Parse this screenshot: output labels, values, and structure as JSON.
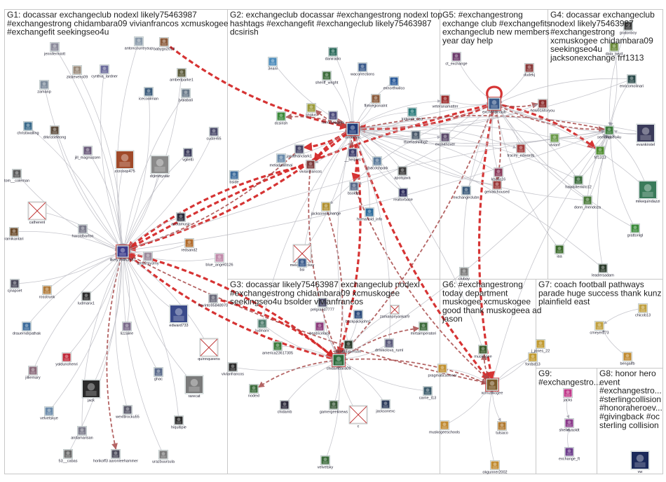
{
  "groups": [
    {
      "id": "G1",
      "lines": [
        "G1: docassar exchangeclub nodexl likely75463987",
        "#exchangestrong chidambara09 vivianfrancos xcmuskogee",
        "#exchangefit seekingseo4u"
      ]
    },
    {
      "id": "G2",
      "lines": [
        "G2: exchangeclub docassar #exchangestrong nodexl top",
        "hashtags #exchangefit #exchangeclub likely75463987",
        "dcsirish"
      ]
    },
    {
      "id": "G5",
      "lines": [
        "G5: #exchangestrong",
        "exchange club #exchangefits",
        "exchangeclub new members",
        "year day help"
      ]
    },
    {
      "id": "G4",
      "lines": [
        "G4: docassar exchangeclub",
        "nodexl likely75463987",
        "#exchangestrong",
        "xcmuskogee chidambara09",
        "seekingseo4u",
        "jacksonexchange frf1313"
      ]
    },
    {
      "id": "G3",
      "lines": [
        "G3: docassar likely75463987 exchangeclub nodexl",
        "#exchangestrong chidambara09 xcmuskogee",
        "seekingseo4u bsolder vivianfrancos"
      ]
    },
    {
      "id": "G6",
      "lines": [
        "G6: #exchangestrong",
        "today department",
        "muskogee xcmuskogee",
        "good thank muskogeea ad",
        "jason"
      ]
    },
    {
      "id": "G7",
      "lines": [
        "G7: coach football pathways",
        "parade huge success thank kunz",
        "plainfield east"
      ]
    },
    {
      "id": "G9",
      "lines": [
        "G9:",
        "#exchangestro..."
      ]
    },
    {
      "id": "G8",
      "lines": [
        "G8: honor hero",
        "event",
        "#exchangestro...",
        "#sterlingcollision",
        "#honoraheroev...",
        "#givingback #oc",
        "sterling collision"
      ]
    }
  ],
  "nodes": [
    {
      "id": "likely75463987",
      "label": "likely75463987",
      "kind": "hub",
      "color": "#3a3a8a"
    },
    {
      "id": "docassar",
      "label": "docassar",
      "kind": "hub",
      "color": "#203a78"
    },
    {
      "id": "exchangeclub",
      "label": "exchangeclub",
      "kind": "hub",
      "color": "#3a5a8a"
    },
    {
      "id": "chidambara09",
      "label": "chidambara09",
      "kind": "hub",
      "color": "#2a6a3a"
    },
    {
      "id": "xcmuskogee",
      "label": "xcmuskogee",
      "kind": "hub",
      "color": "#7a5a2a"
    },
    {
      "id": "seekingseo4u",
      "label": "seekingseo4u",
      "kind": "user",
      "color": "#3a7a3a"
    },
    {
      "id": "vivianfrancos",
      "label": "vivianfrancos",
      "kind": "user",
      "color": "#7a3a3a"
    },
    {
      "id": "jonathanclark",
      "label": "jonathanclark1",
      "kind": "user",
      "color": "#444466"
    },
    {
      "id": "bsolder",
      "label": "bsolder",
      "kind": "user",
      "color": "#5a6a8a"
    },
    {
      "id": "jacksonexchange",
      "label": "jacksonexchange",
      "kind": "user",
      "color": "#b09030"
    },
    {
      "id": "jennifermiott",
      "label": "jennifermiott",
      "kind": "user",
      "color": "#8a8a9a"
    },
    {
      "id": "antoncountry",
      "label": "antoncountrysup",
      "kind": "user",
      "color": "#8a9aaa"
    },
    {
      "id": "babygo2014",
      "label": "babygo2014",
      "kind": "user",
      "color": "#8a5a3a"
    },
    {
      "id": "zkstevens09",
      "label": "zkstevens09",
      "kind": "user",
      "color": "#9a8a7a"
    },
    {
      "id": "cynthia",
      "label": "cynthia_lardner",
      "kind": "user",
      "color": "#6a6a9a"
    },
    {
      "id": "amberlparke",
      "label": "amberlparke1",
      "kind": "user",
      "color": "#5a5a3a"
    },
    {
      "id": "zamanp",
      "label": "zamanp",
      "kind": "user",
      "color": "#7a8a9a"
    },
    {
      "id": "icecoolman",
      "label": "icecoolman",
      "kind": "user",
      "color": "#3a5a7a"
    },
    {
      "id": "jvalabali",
      "label": "jvalabali",
      "kind": "user",
      "color": "#6a7a8a"
    },
    {
      "id": "christiwalling",
      "label": "christiwalling",
      "kind": "user",
      "color": "#3a6a8a"
    },
    {
      "id": "drkristieleong",
      "label": "drkristieleong",
      "kind": "user",
      "color": "#5a4a3a"
    },
    {
      "id": "jill_magnussen",
      "label": "jill_magnussen",
      "kind": "user",
      "color": "#6a5a7a"
    },
    {
      "id": "zzzcoop475",
      "label": "zzzcoop475",
      "kind": "user",
      "color": "#a04a2a"
    },
    {
      "id": "drjimmystar",
      "label": "drjimmystar",
      "kind": "user",
      "color": "#8a8a8a"
    },
    {
      "id": "vgiletti",
      "label": "vgiletti",
      "kind": "user",
      "color": "#3a3a5a"
    },
    {
      "id": "custer65",
      "label": "custer65",
      "kind": "user",
      "color": "#4a4a6a"
    },
    {
      "id": "tom_coleman",
      "label": "tom__coleman",
      "kind": "user",
      "color": "#5a5a5a"
    },
    {
      "id": "catherenl",
      "label": "catherenl",
      "kind": "broken",
      "color": "#c03030"
    },
    {
      "id": "haroldbarton",
      "label": "haroldbarton",
      "kind": "user",
      "color": "#7a7a8a"
    },
    {
      "id": "ramikantari",
      "label": "ramikantari",
      "kind": "user",
      "color": "#6a4a2a"
    },
    {
      "id": "azotamusic",
      "label": "azotamusic",
      "kind": "user",
      "color": "#2a2a3a"
    },
    {
      "id": "redsand2",
      "label": "redsand2",
      "kind": "user",
      "color": "#b06a2a"
    },
    {
      "id": "1my2my3my",
      "label": "1my2my3my",
      "kind": "user",
      "color": "#9a8a9a"
    },
    {
      "id": "blue_angel0126",
      "label": "blue_angel0126",
      "kind": "user",
      "color": "#c08aaa"
    },
    {
      "id": "cjnapoet",
      "label": "cjnapoet",
      "kind": "user",
      "color": "#4a4a5a"
    },
    {
      "id": "rosstrunk",
      "label": "rosstrunk",
      "kind": "user",
      "color": "#b07a3a"
    },
    {
      "id": "ludmanx1",
      "label": "ludmanx1",
      "kind": "user",
      "color": "#2a2a2a"
    },
    {
      "id": "kevinto",
      "label": "kevinto95848970",
      "kind": "user",
      "color": "#6a6a7a"
    },
    {
      "id": "edward733",
      "label": "edward733",
      "kind": "user",
      "color": "#3a4a8a"
    },
    {
      "id": "lizzalee",
      "label": "lizzalee",
      "kind": "user",
      "color": "#7a6a8a"
    },
    {
      "id": "drauerndrpathak",
      "label": "drauerndrpathak",
      "kind": "user",
      "color": "#3a6a9a"
    },
    {
      "id": "yaldunohenri",
      "label": "yaldunohenri",
      "kind": "user",
      "color": "#c02a3a"
    },
    {
      "id": "jillmary",
      "label": "jilliemary",
      "kind": "user",
      "color": "#8a6a7a"
    },
    {
      "id": "jack",
      "label": "jack",
      "kind": "user",
      "color": "#2a2a2a"
    },
    {
      "id": "ghac",
      "label": "ghac",
      "kind": "user",
      "color": "#5a6a8a"
    },
    {
      "id": "quinnqueens",
      "label": "quinnqueens",
      "kind": "broken",
      "color": "#c03030"
    },
    {
      "id": "rarecat",
      "label": "rarecat",
      "kind": "user",
      "color": "#7a7a7a"
    },
    {
      "id": "velvetsky",
      "label": "velvetskye",
      "kind": "user",
      "color": "#6a8aaa"
    },
    {
      "id": "wexttlrocku55",
      "label": "wexttlrocku55",
      "kind": "user",
      "color": "#5a5a6a"
    },
    {
      "id": "hiquitipie",
      "label": "hiquitipie",
      "kind": "user",
      "color": "#2a2a2a"
    },
    {
      "id": "anitamarisan",
      "label": "anitamarisan",
      "kind": "user",
      "color": "#7a7a8a"
    },
    {
      "id": "53_cabas",
      "label": "53__cabas",
      "kind": "user",
      "color": "#6a6a6a"
    },
    {
      "id": "horikoff3",
      "label": "horikoff3 aaronleehammer",
      "kind": "user",
      "color": "#4a4a5a"
    },
    {
      "id": "urazbuursula",
      "label": "urazbuursula",
      "kind": "user",
      "color": "#7a7a7a"
    },
    {
      "id": "3eani",
      "label": "3eani",
      "kind": "user",
      "color": "#4a8aba"
    },
    {
      "id": "daniradio",
      "label": "daniradio",
      "kind": "user",
      "color": "#2a6a5a"
    },
    {
      "id": "wacorrections",
      "label": "wacorrections",
      "kind": "user",
      "color": "#3a5a8a"
    },
    {
      "id": "sheriff_wright",
      "label": "sheriff_wright",
      "kind": "user",
      "color": "#3a6a3a"
    },
    {
      "id": "exnorthwilco",
      "label": "exnorthwilco",
      "kind": "user",
      "color": "#2a5a9a"
    },
    {
      "id": "flimregionalnt",
      "label": "flimregionalnt",
      "kind": "user",
      "color": "#8a5a3a"
    },
    {
      "id": "dcsirish",
      "label": "dcsirish",
      "kind": "user",
      "color": "#3a8a3a"
    },
    {
      "id": "jingius",
      "label": "jingius",
      "kind": "user",
      "color": "#9a9a3a"
    },
    {
      "id": "firemanageni",
      "label": "firemanageni",
      "kind": "user",
      "color": "#4a4a7a"
    },
    {
      "id": "kidstalk_ceo",
      "label": "kidstalk_ceo",
      "kind": "user",
      "color": "#2a7a7a"
    },
    {
      "id": "thomashillbg2",
      "label": "thomashillbg2",
      "kind": "user",
      "color": "#4a5a6a"
    },
    {
      "id": "melaniemartin",
      "label": "meladallillmai",
      "kind": "user",
      "color": "#6a8aaa"
    },
    {
      "id": "heiples",
      "label": "__heiples",
      "kind": "user",
      "color": "#3a3a6a"
    },
    {
      "id": "chacochpark",
      "label": "chacochpark",
      "kind": "user",
      "color": "#5a7a9a"
    },
    {
      "id": "apolsjava",
      "label": "apolsjava",
      "kind": "user",
      "color": "#3a3a3a"
    },
    {
      "id": "realtorbase",
      "label": "realtorbase",
      "kind": "user",
      "color": "#2a2a5a"
    },
    {
      "id": "humanoid_info",
      "label": "humanoid_info",
      "kind": "user",
      "color": "#2a6a9a"
    },
    {
      "id": "bside",
      "label": "bside",
      "kind": "user",
      "color": "#3a6a9a"
    },
    {
      "id": "melanielackey",
      "label": "melanielackey",
      "kind": "broken",
      "color": "#c03030"
    },
    {
      "id": "bsi",
      "label": "bsi",
      "kind": "user",
      "color": "#3a5a8a"
    },
    {
      "id": "ct_exchange",
      "label": "ct_exchange",
      "kind": "user",
      "color": "#6a3a6a"
    },
    {
      "id": "dudekj",
      "label": "dudekj",
      "kind": "user",
      "color": "#8a3a3a"
    },
    {
      "id": "veteranmatter",
      "label": "veteranamatter",
      "kind": "user",
      "color": "#9a2a2a"
    },
    {
      "id": "exchanover",
      "label": "exchanover",
      "kind": "user",
      "color": "#5a4a6a"
    },
    {
      "id": "how916",
      "label": "how916foryou",
      "kind": "user",
      "color": "#8a2a2a"
    },
    {
      "id": "tracey_edwards",
      "label": "tracey_edwards",
      "kind": "user",
      "color": "#a03a3a"
    },
    {
      "id": "kbolia16",
      "label": "kbolia16",
      "kind": "user",
      "color": "#8a3a5a"
    },
    {
      "id": "gelvatchoused",
      "label": "gelvatchoused",
      "kind": "user",
      "color": "#9a3a3a"
    },
    {
      "id": "exchangeclubn",
      "label": "exchangeclubn",
      "kind": "user",
      "color": "#3a5a7a"
    },
    {
      "id": "clubay",
      "label": "clubay",
      "kind": "user",
      "color": "#7a7a7a"
    },
    {
      "id": "enricomolinari",
      "label": "enricomolinari",
      "kind": "user",
      "color": "#2a4a4a"
    },
    {
      "id": "evankirstel",
      "label": "evankirstel",
      "kind": "user",
      "color": "#3a3a5a"
    },
    {
      "id": "vivian_g",
      "label": "vivianf",
      "kind": "user",
      "color": "#6a9a4a"
    },
    {
      "id": "frf1313",
      "label": "frf1313",
      "kind": "user",
      "color": "#4a8a2a"
    },
    {
      "id": "hawaiitenkilo2",
      "label": "hawaiitenkilo12",
      "kind": "user",
      "color": "#3a6a3a"
    },
    {
      "id": "donn_mendoza",
      "label": "donn_mendoza",
      "kind": "user",
      "color": "#4a7a3a"
    },
    {
      "id": "mikequindazzi",
      "label": "mikequindazzi",
      "kind": "user",
      "color": "#3a7a5a"
    },
    {
      "id": "grattonlg",
      "label": "grattonlgl",
      "kind": "user",
      "color": "#3a8a3a"
    },
    {
      "id": "iaa",
      "label": "iaa",
      "kind": "user",
      "color": "#3a6a2a"
    },
    {
      "id": "leadersadam",
      "label": "leadersadam",
      "kind": "user",
      "color": "#2a3a2a"
    },
    {
      "id": "peterboy",
      "label": "gratonboy",
      "kind": "user",
      "color": "#3a3a3a"
    },
    {
      "id": "data_nerd",
      "label": "data_nerd",
      "kind": "user",
      "color": "#6a8a3a"
    },
    {
      "id": "pelgrand7777",
      "label": "pelgrand7777",
      "kind": "user",
      "color": "#4a4a6a"
    },
    {
      "id": "backpackjohn",
      "label": "backpackjohn1",
      "kind": "user",
      "color": "#2a4a7a"
    },
    {
      "id": "zamanpriyankar",
      "label": "zamanpriyankar9",
      "kind": "broken",
      "color": "#c03030"
    },
    {
      "id": "beatricelacy",
      "label": "beatricelacy",
      "kind": "user",
      "color": "#8a3a7a"
    },
    {
      "id": "mirtaimperatori",
      "label": "mirtaimperatori",
      "kind": "user",
      "color": "#3a6a3a"
    },
    {
      "id": "ludmarx",
      "label": "ludmarx",
      "kind": "user",
      "color": "#4a7a6a"
    },
    {
      "id": "america23617305",
      "label": "america23617305",
      "kind": "user",
      "color": "#3a7a3a"
    },
    {
      "id": "scotthumerson",
      "label": "scotthumerson",
      "kind": "user",
      "color": "#2a3a2a"
    },
    {
      "id": "drmikolova",
      "label": "drmikolova_ruml",
      "kind": "user",
      "color": "#5a5a7a"
    },
    {
      "id": "vivianfrancos2",
      "label": "vivianfrancos",
      "kind": "user",
      "color": "#2a2a2a"
    },
    {
      "id": "nodexl",
      "label": "nodexl",
      "kind": "user",
      "color": "#3a6a3a"
    },
    {
      "id": "chidamb",
      "label": "chidamb",
      "kind": "user",
      "color": "#2a2a3a"
    },
    {
      "id": "gamergeeknews",
      "label": "gamergeeknews",
      "kind": "user",
      "color": "#3a5a3a"
    },
    {
      "id": "c_broken",
      "label": "c",
      "kind": "broken",
      "color": "#c03030"
    },
    {
      "id": "jacksonexc",
      "label": "jacksonexc",
      "kind": "user",
      "color": "#2a3a5a"
    },
    {
      "id": "carrie_t13",
      "label": "carrie_t13",
      "kind": "user",
      "color": "#3a5a6a"
    },
    {
      "id": "velvetsky2",
      "label": "velvetsky",
      "kind": "user",
      "color": "#3a6a3a"
    },
    {
      "id": "muskogee",
      "label": "muskogee",
      "kind": "user",
      "color": "#3a5a2a"
    },
    {
      "id": "pragmatic",
      "label": "pragmaticsooner",
      "kind": "user",
      "color": "#c09030"
    },
    {
      "id": "muskogeeschools",
      "label": "muskogeeschools",
      "kind": "user",
      "color": "#c08a30"
    },
    {
      "id": "tulsaco",
      "label": "tulsaco",
      "kind": "user",
      "color": "#b07a30"
    },
    {
      "id": "okgunner",
      "label": "okgunner2002",
      "kind": "user",
      "color": "#c08a30"
    },
    {
      "id": "fordsd13",
      "label": "fordsd13",
      "kind": "user",
      "color": "#c09a30"
    },
    {
      "id": "jones",
      "label": "j_jones_22",
      "kind": "user",
      "color": "#c09a30"
    },
    {
      "id": "chicob",
      "label": "chicob13",
      "kind": "user",
      "color": "#c0a040"
    },
    {
      "id": "cmeyer",
      "label": "cmeyer273",
      "kind": "user",
      "color": "#c0a040"
    },
    {
      "id": "bengalfe",
      "label": "bengalfb",
      "kind": "user",
      "color": "#c08a30"
    },
    {
      "id": "jack_g9",
      "label": "jacks",
      "kind": "user",
      "color": "#c03a8a"
    },
    {
      "id": "shelleyaoldt",
      "label": "shelleyaoldt",
      "kind": "user",
      "color": "#8a3a8a"
    },
    {
      "id": "exchange_ft",
      "label": "exchange_ft",
      "kind": "user",
      "color": "#6a3a8a"
    },
    {
      "id": "vw",
      "label": "vw",
      "kind": "user",
      "color": "#1a2a5a"
    }
  ],
  "edges_note": "",
  "colors": {
    "heavy_edge": "#d42a2a",
    "medium_edge": "#a84a4a",
    "light_edge": "#b8b8c0",
    "group_border": "#c8c8c8"
  }
}
